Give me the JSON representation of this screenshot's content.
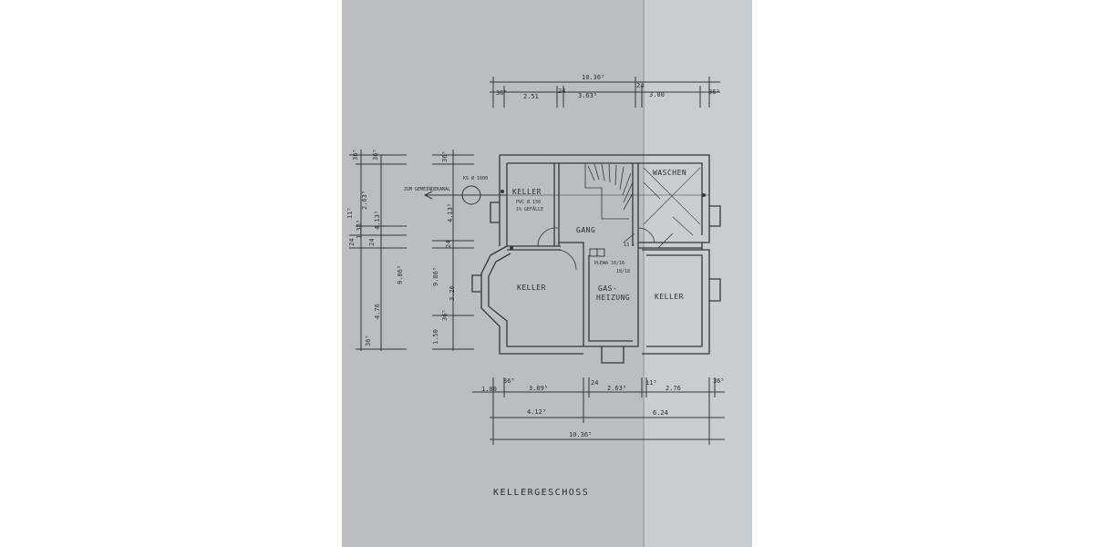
{
  "title": "KELLERGESCHOSS",
  "rooms": {
    "keller_top": "KELLER",
    "pvc": "PVC Ø 150",
    "gefaelle": "1% GEFÄLLE",
    "gang": "GANG",
    "waschen": "WASCHEN",
    "keller_left": "KELLER",
    "gas1": "GAS-",
    "gas2": "HEIZUNG",
    "keller_right": "KELLER",
    "plewa1": "PLEWA 16/16",
    "plewa2": "18/18",
    "ks": "KS Ø 1000",
    "kanal": "ZUM GEMEINDEKANAL",
    "small": "13 s"
  },
  "dims_top": {
    "total": "10.36⁵",
    "a": "36⁵",
    "b": "2.51",
    "c": "24",
    "d": "3.63⁵",
    "e": "24",
    "f": "3.00",
    "g": "36⁵"
  },
  "dims_bottom": {
    "a": "36⁵",
    "b": "24",
    "c": "11⁵",
    "d": "36⁵",
    "e": "1.00",
    "f": "3.89⁵",
    "g": "2.63⁵",
    "h": "2.76",
    "i": "4.12⁵",
    "j": "6.24",
    "total": "10.36⁵"
  },
  "dims_left_outer": {
    "a": "36⁵",
    "b": "36⁵",
    "c": "2.63⁵",
    "d": "4.13⁵",
    "e": "11⁵",
    "f": "1.38⁵",
    "g": "24",
    "h": "24",
    "i": "9.86⁵",
    "j": "4.76",
    "k": "36⁵"
  },
  "dims_left_inner": {
    "a": "36⁵",
    "b": "4.13⁵",
    "c": "24",
    "d": "9.86⁵",
    "e": "3.26",
    "f": "36⁵",
    "g": "1.50"
  }
}
